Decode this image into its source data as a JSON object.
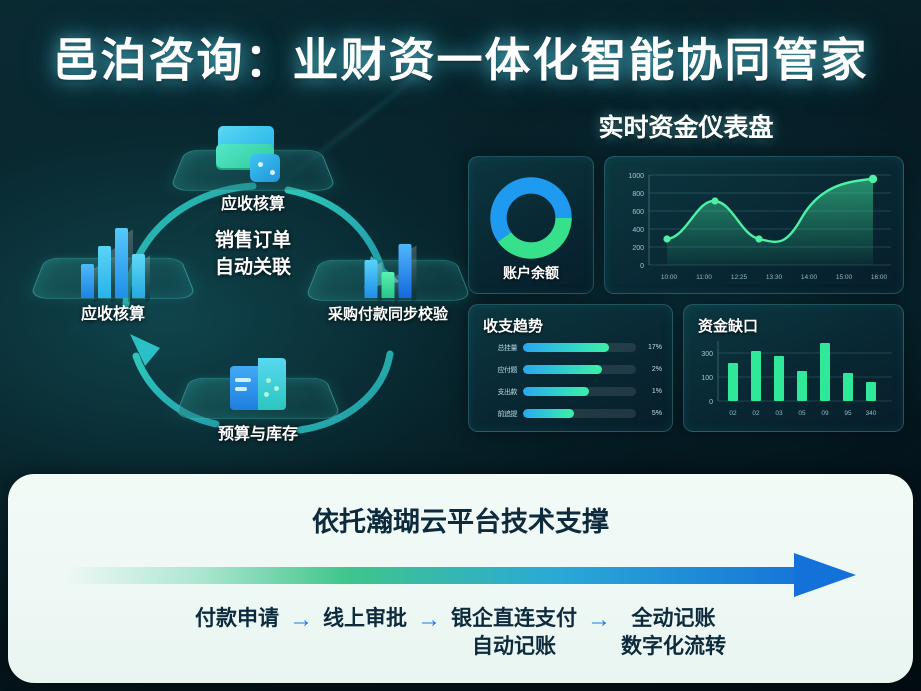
{
  "header": {
    "title": "邑泊咨询：业财资一体化智能协同管家"
  },
  "cycle": {
    "center_lines": [
      "销售订单",
      "自动关联"
    ],
    "nodes": [
      {
        "id": "top",
        "label": "应收核算",
        "icon": "server-stack-icon"
      },
      {
        "id": "right",
        "label": "采购付款同步校验",
        "icon": "bar-chart-icon"
      },
      {
        "id": "bottom",
        "label": "预算与库存",
        "icon": "cube-box-icon"
      },
      {
        "id": "left",
        "label": "应收核算",
        "icon": "bar-chart-icon"
      }
    ]
  },
  "dashboard": {
    "title": "实时资金仪表盘",
    "donut": {
      "label": "账户余额",
      "segments": [
        {
          "name": "green-segment",
          "value": 40,
          "color": "#37e08a"
        },
        {
          "name": "blue-segment",
          "value": 60,
          "color": "#1e9bf0"
        }
      ]
    },
    "trend_panel_title": "收支趋势",
    "gap_panel_title": "资金缺口",
    "progress_rows": [
      {
        "label": "总挂量",
        "percent_fill": 76,
        "value": "17%"
      },
      {
        "label": "应付题",
        "percent_fill": 70,
        "value": "2%"
      },
      {
        "label": "支出款",
        "percent_fill": 58,
        "value": "1%"
      },
      {
        "label": "前追提",
        "percent_fill": 45,
        "value": "5%"
      }
    ]
  },
  "chart_data": [
    {
      "type": "line",
      "title": "",
      "x": [
        "10:00",
        "11:00",
        "12:25",
        "13:30",
        "14:00",
        "15:00",
        "16:00"
      ],
      "values": [
        290,
        660,
        480,
        290,
        640,
        900,
        940
      ],
      "xlabel": "",
      "ylabel": "",
      "yticks": [
        0,
        200,
        400,
        600,
        800,
        1000
      ],
      "ylim": [
        0,
        1000
      ],
      "grid": true,
      "legend": "none",
      "series_color": "#3fe39a",
      "markers": [
        {
          "x": "10:00",
          "y": 290
        },
        {
          "x": "11:00",
          "y": 660
        },
        {
          "x": "13:30",
          "y": 290
        },
        {
          "x": "16:00",
          "y": 940
        }
      ]
    },
    {
      "type": "bar",
      "title": "资金缺口",
      "categories": [
        "02",
        "02",
        "03",
        "05",
        "09",
        "9⁠5",
        "340"
      ],
      "values": [
        200,
        310,
        270,
        150,
        380,
        140,
        95
      ],
      "xlabel": "",
      "ylabel": "",
      "yticks": [
        0,
        100,
        300
      ],
      "ylim": [
        0,
        420
      ],
      "grid": true,
      "legend": "none",
      "series_color": "#2fe89a"
    },
    {
      "type": "bar",
      "title": "收支趋势",
      "orientation": "horizontal",
      "categories": [
        "总挂量",
        "应付题",
        "支出款",
        "前追提"
      ],
      "values": [
        76,
        70,
        58,
        45
      ],
      "data_labels": [
        "17%",
        "2%",
        "1%",
        "5%"
      ],
      "xlim": [
        0,
        100
      ],
      "grid": false,
      "legend": "none"
    },
    {
      "type": "pie",
      "title": "账户余额",
      "labels": [
        "green-segment",
        "blue-segment"
      ],
      "values": [
        40,
        60
      ],
      "colors": [
        "#37e08a",
        "#1e9bf0"
      ],
      "donut": true
    }
  ],
  "footer": {
    "title": "依托瀚瑚云平台技术支撑",
    "steps": [
      {
        "lines": [
          "付款申请"
        ]
      },
      {
        "lines": [
          "线上审批"
        ]
      },
      {
        "lines": [
          "银企直连支付",
          "自动记账"
        ]
      },
      {
        "lines": [
          "全动记账",
          "数字化流转"
        ]
      }
    ],
    "separator": "→"
  },
  "colors": {
    "accent_green": "#3fe39a",
    "accent_blue": "#1e9bf0",
    "background_dark": "#062028",
    "card_background": "#eef8f4"
  }
}
